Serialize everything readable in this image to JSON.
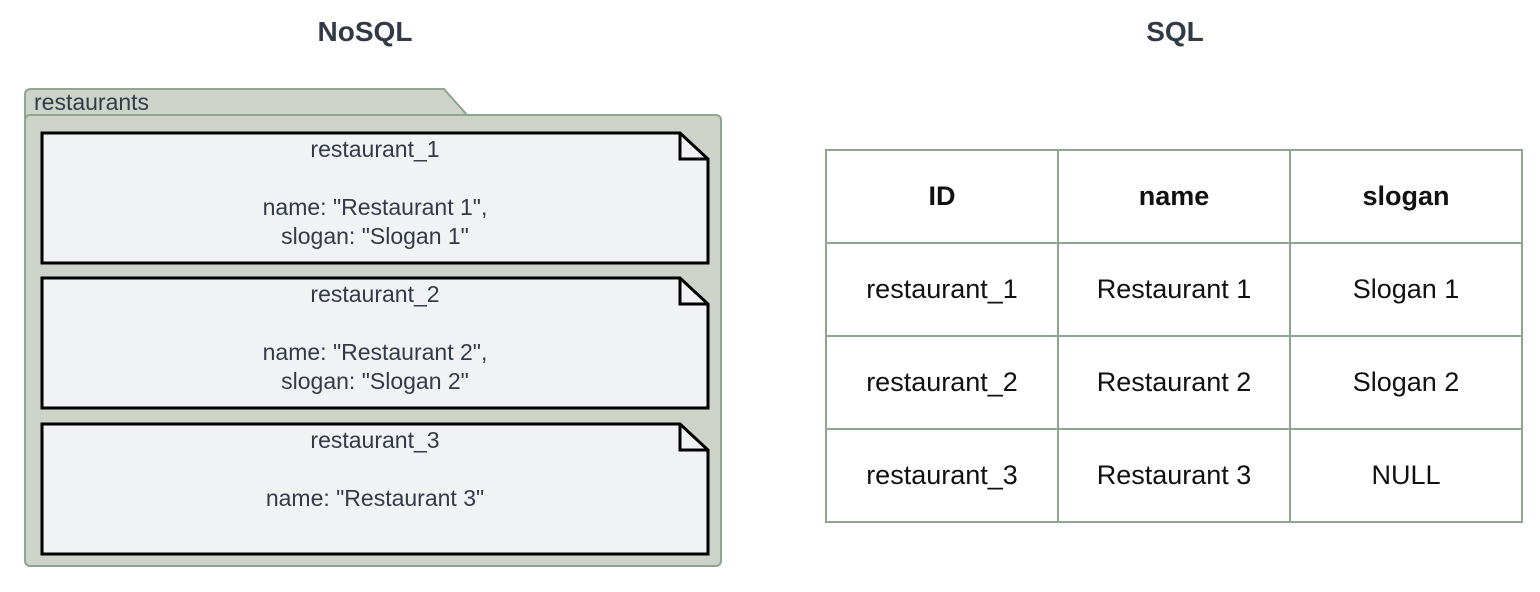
{
  "headings": {
    "nosql": "NoSQL",
    "sql": "SQL"
  },
  "collection": {
    "name": "restaurants",
    "documents": [
      {
        "id": "restaurant_1",
        "lines": [
          "name: \"Restaurant 1\",",
          "slogan: \"Slogan 1\""
        ]
      },
      {
        "id": "restaurant_2",
        "lines": [
          "name: \"Restaurant 2\",",
          "slogan: \"Slogan 2\""
        ]
      },
      {
        "id": "restaurant_3",
        "lines": [
          "name: \"Restaurant 3\"",
          ""
        ]
      }
    ]
  },
  "table": {
    "columns": [
      "ID",
      "name",
      "slogan"
    ],
    "rows": [
      [
        "restaurant_1",
        "Restaurant 1",
        "Slogan 1"
      ],
      [
        "restaurant_2",
        "Restaurant 2",
        "Slogan 2"
      ],
      [
        "restaurant_3",
        "Restaurant 3",
        "NULL"
      ]
    ]
  },
  "colors": {
    "folder_fill": "#cdd3c9",
    "folder_border": "#8ea68f",
    "doc_fill": "#f1f2f4",
    "doc_border": "#000000",
    "table_border": "#8ea68f",
    "text": "#333a47"
  }
}
